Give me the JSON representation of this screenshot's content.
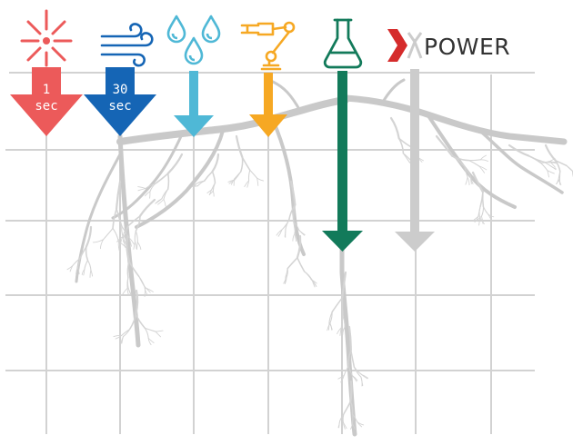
{
  "colors": {
    "background": "#ffffff",
    "grid": "#d2d2d2",
    "roots": "#c9c9c9",
    "root_fine": "#d4d4d4",
    "red": "#ec5a5a",
    "blue": "#1565b5",
    "cyan": "#4fb8d6",
    "orange": "#f6a823",
    "green": "#127a5a",
    "gray": "#cccccc",
    "brand_red": "#d52b2b",
    "brand_text": "#333333"
  },
  "icons": {
    "red": "sun-burst-icon",
    "blue": "wind-icon",
    "cyan": "water-drops-icon",
    "orange": "robotic-arm-icon",
    "green": "flask-icon"
  },
  "arrows": {
    "red_line1": "1",
    "red_line2": "sec",
    "blue_line1": "30",
    "blue_line2": "sec"
  },
  "brand": {
    "text": "POWER"
  }
}
